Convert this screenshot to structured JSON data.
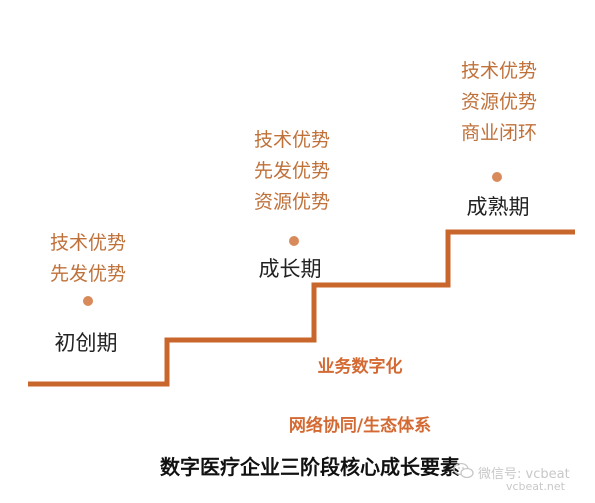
{
  "stages": [
    {
      "name": "初创期",
      "advantages": [
        "技术优势",
        "先发优势"
      ]
    },
    {
      "name": "成长期",
      "advantages": [
        "技术优势",
        "先发优势",
        "资源优势"
      ]
    },
    {
      "name": "成熟期",
      "advantages": [
        "技术优势",
        "资源优势",
        "商业闭环"
      ]
    }
  ],
  "factors": [
    "业务数字化",
    "网络协同/生态体系"
  ],
  "title": "数字医疗企业三阶段核心成长要素",
  "watermark": {
    "text": "微信号: vcbeat",
    "sub": "vcbeat.net"
  },
  "colors": {
    "stair": "#c8662b",
    "advantage_text": "#c0713a",
    "dot": "#d98a5a",
    "factor_text": "#d46a33"
  }
}
